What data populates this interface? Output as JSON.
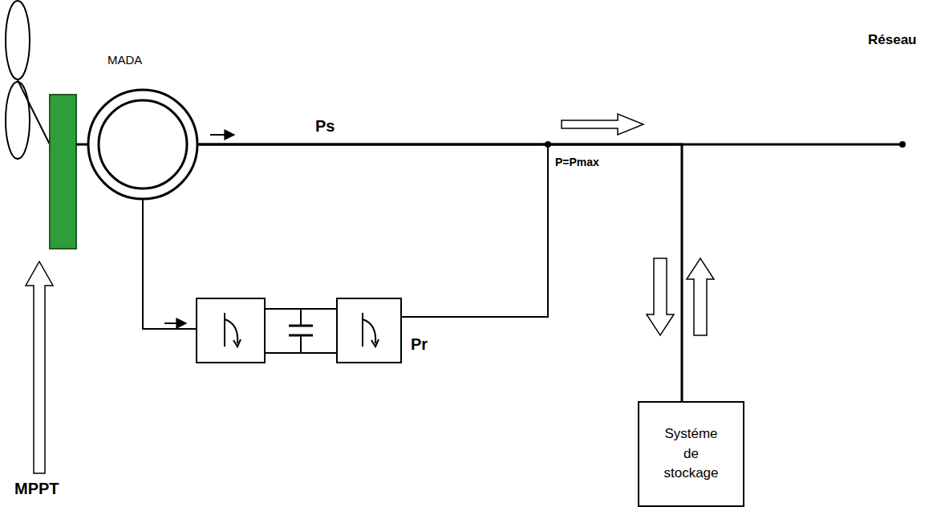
{
  "diagram": {
    "nodes": [
      {
        "text": [
          "MADA"
        ]
      },
      {
        "text": [
          "Systéme de stockage"
        ]
      }
    ],
    "edges": [
      {
        "from": 0,
        "to": 1,
        "arrow": "none"
      }
    ],
    "labels": [
      "Ps",
      "P=Pmax",
      "Pr",
      "Réseau",
      "MPPT"
    ]
  }
}
